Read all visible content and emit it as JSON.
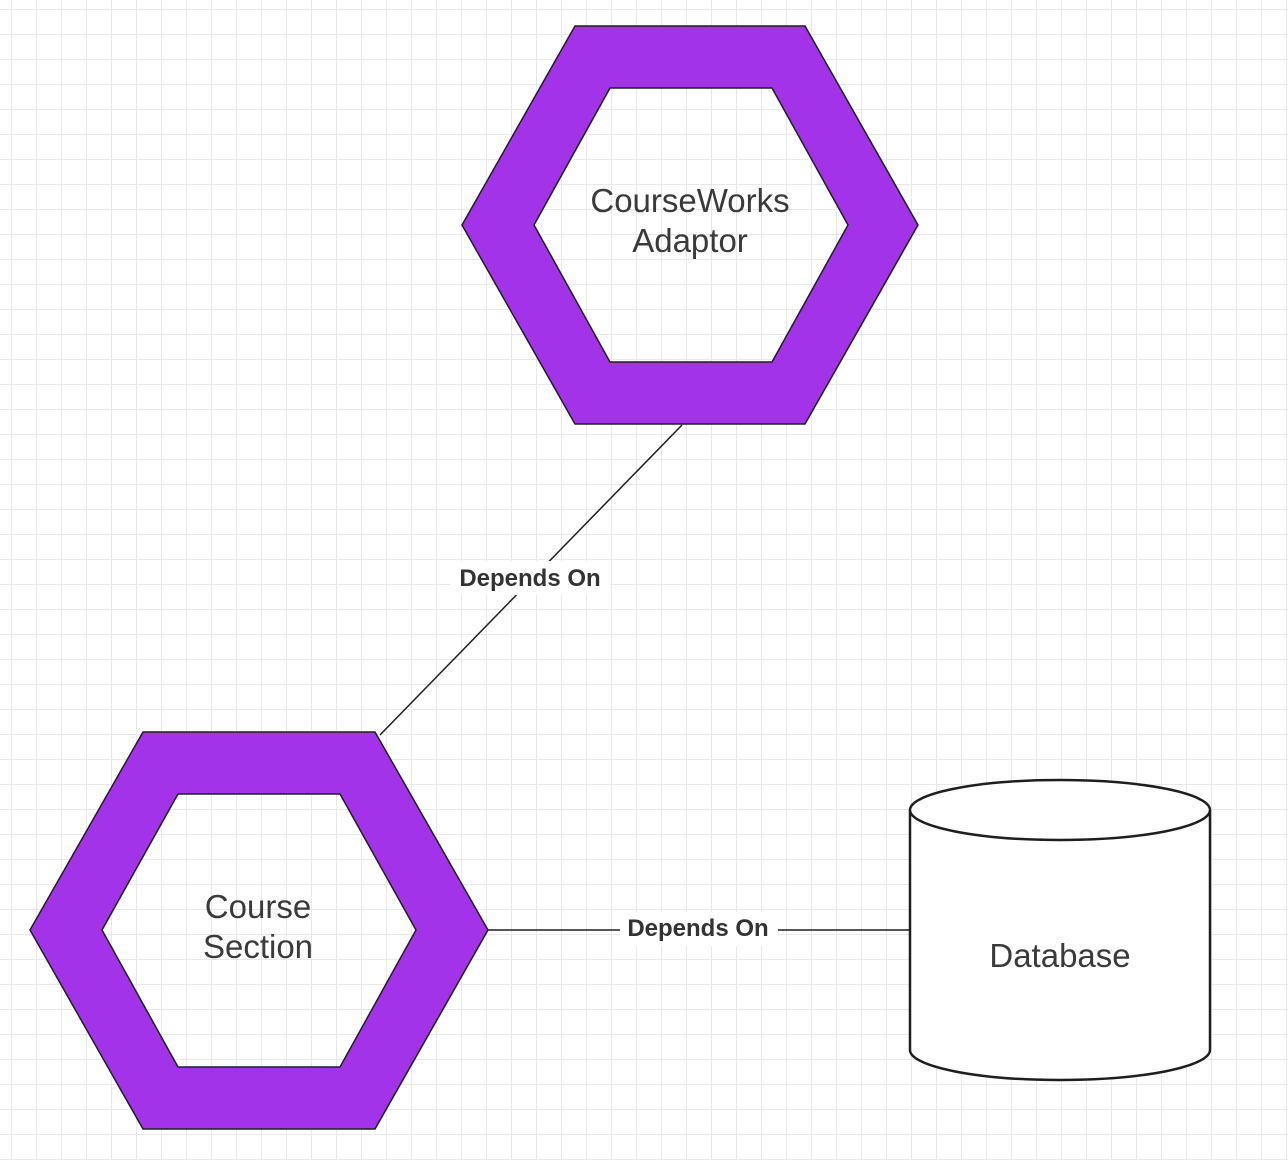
{
  "colors": {
    "service_fill": "#A333E8",
    "outline": "#1f1f1f",
    "label_text": "#3a3a3a",
    "edge_label_text": "#333333",
    "grid": "#e9e9e9"
  },
  "nodes": {
    "courseworks_adaptor": {
      "shape": "hexagon",
      "line1": "CourseWorks",
      "line2": "Adaptor"
    },
    "course_section": {
      "shape": "hexagon",
      "line1": "Course",
      "line2": "Section"
    },
    "database": {
      "shape": "cylinder",
      "label": "Database"
    }
  },
  "edges": [
    {
      "from": "Course Section",
      "to": "CourseWorks Adaptor",
      "label": "Depends On"
    },
    {
      "from": "Course Section",
      "to": "Database",
      "label": "Depends On"
    }
  ]
}
